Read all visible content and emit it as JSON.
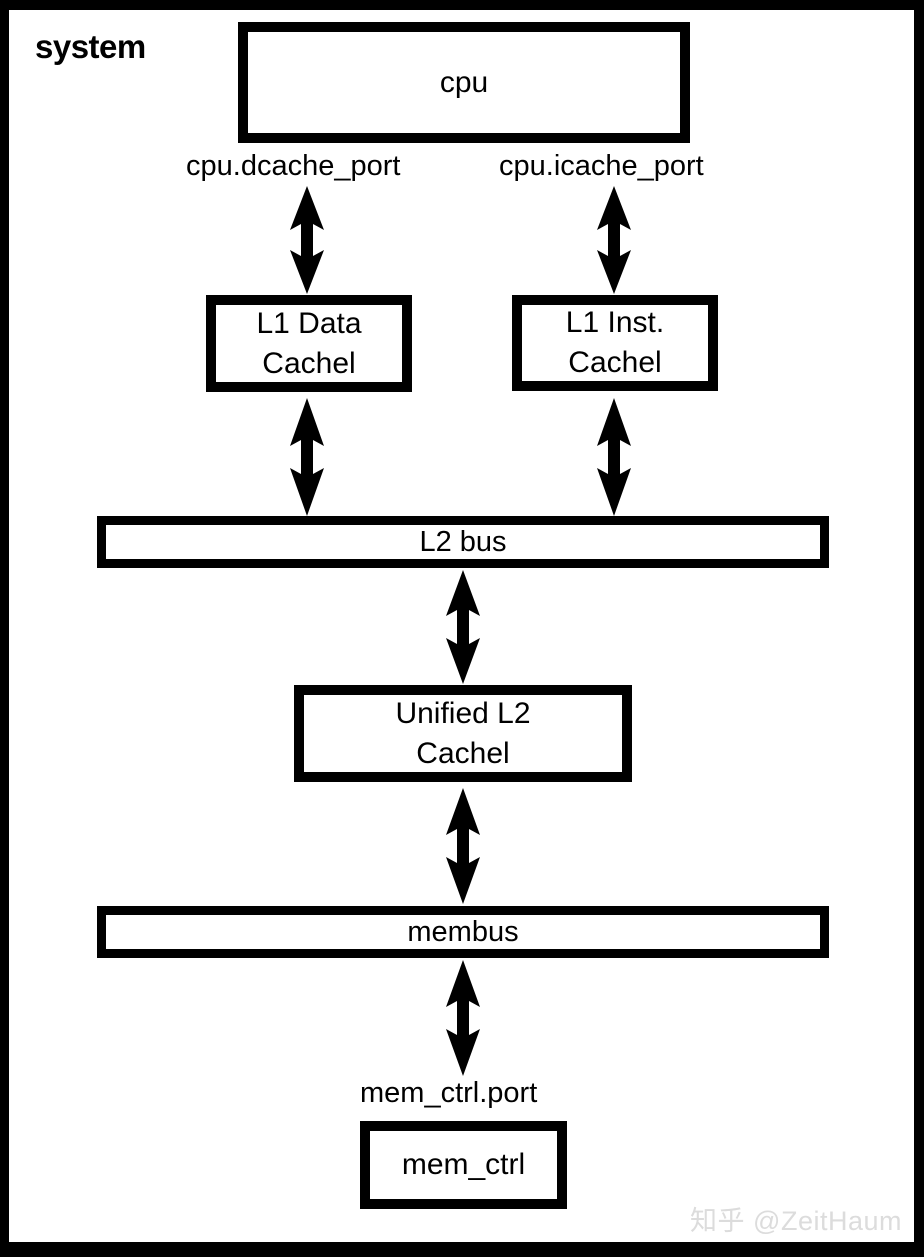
{
  "diagram": {
    "title": "system",
    "watermark": "知乎 @ZeitHaum",
    "nodes": {
      "cpu": {
        "label": "cpu"
      },
      "l1_data_cache": {
        "line1": "L1 Data",
        "line2": "Cachel"
      },
      "l1_inst_cache": {
        "line1": "L1 Inst.",
        "line2": "Cachel"
      },
      "l2_bus": {
        "label": "L2 bus"
      },
      "unified_l2_cache": {
        "line1": "Unified L2",
        "line2": "Cachel"
      },
      "membus": {
        "label": "membus"
      },
      "mem_ctrl": {
        "label": "mem_ctrl"
      }
    },
    "edge_labels": {
      "cpu_dcache_port": "cpu.dcache_port",
      "cpu_icache_port": "cpu.icache_port",
      "mem_ctrl_port": "mem_ctrl.port"
    },
    "connections": [
      {
        "from": "cpu",
        "to": "l1_data_cache",
        "label": "cpu.dcache_port",
        "style": "double-arrow"
      },
      {
        "from": "cpu",
        "to": "l1_inst_cache",
        "label": "cpu.icache_port",
        "style": "double-arrow"
      },
      {
        "from": "l1_data_cache",
        "to": "l2_bus",
        "label": "",
        "style": "double-arrow"
      },
      {
        "from": "l1_inst_cache",
        "to": "l2_bus",
        "label": "",
        "style": "double-arrow"
      },
      {
        "from": "l2_bus",
        "to": "unified_l2_cache",
        "label": "",
        "style": "double-arrow"
      },
      {
        "from": "unified_l2_cache",
        "to": "membus",
        "label": "",
        "style": "double-arrow"
      },
      {
        "from": "membus",
        "to": "mem_ctrl",
        "label": "mem_ctrl.port",
        "style": "double-arrow"
      }
    ],
    "colors": {
      "stroke": "#000000",
      "fill": "#ffffff",
      "watermark": "#dcdcdc"
    }
  }
}
